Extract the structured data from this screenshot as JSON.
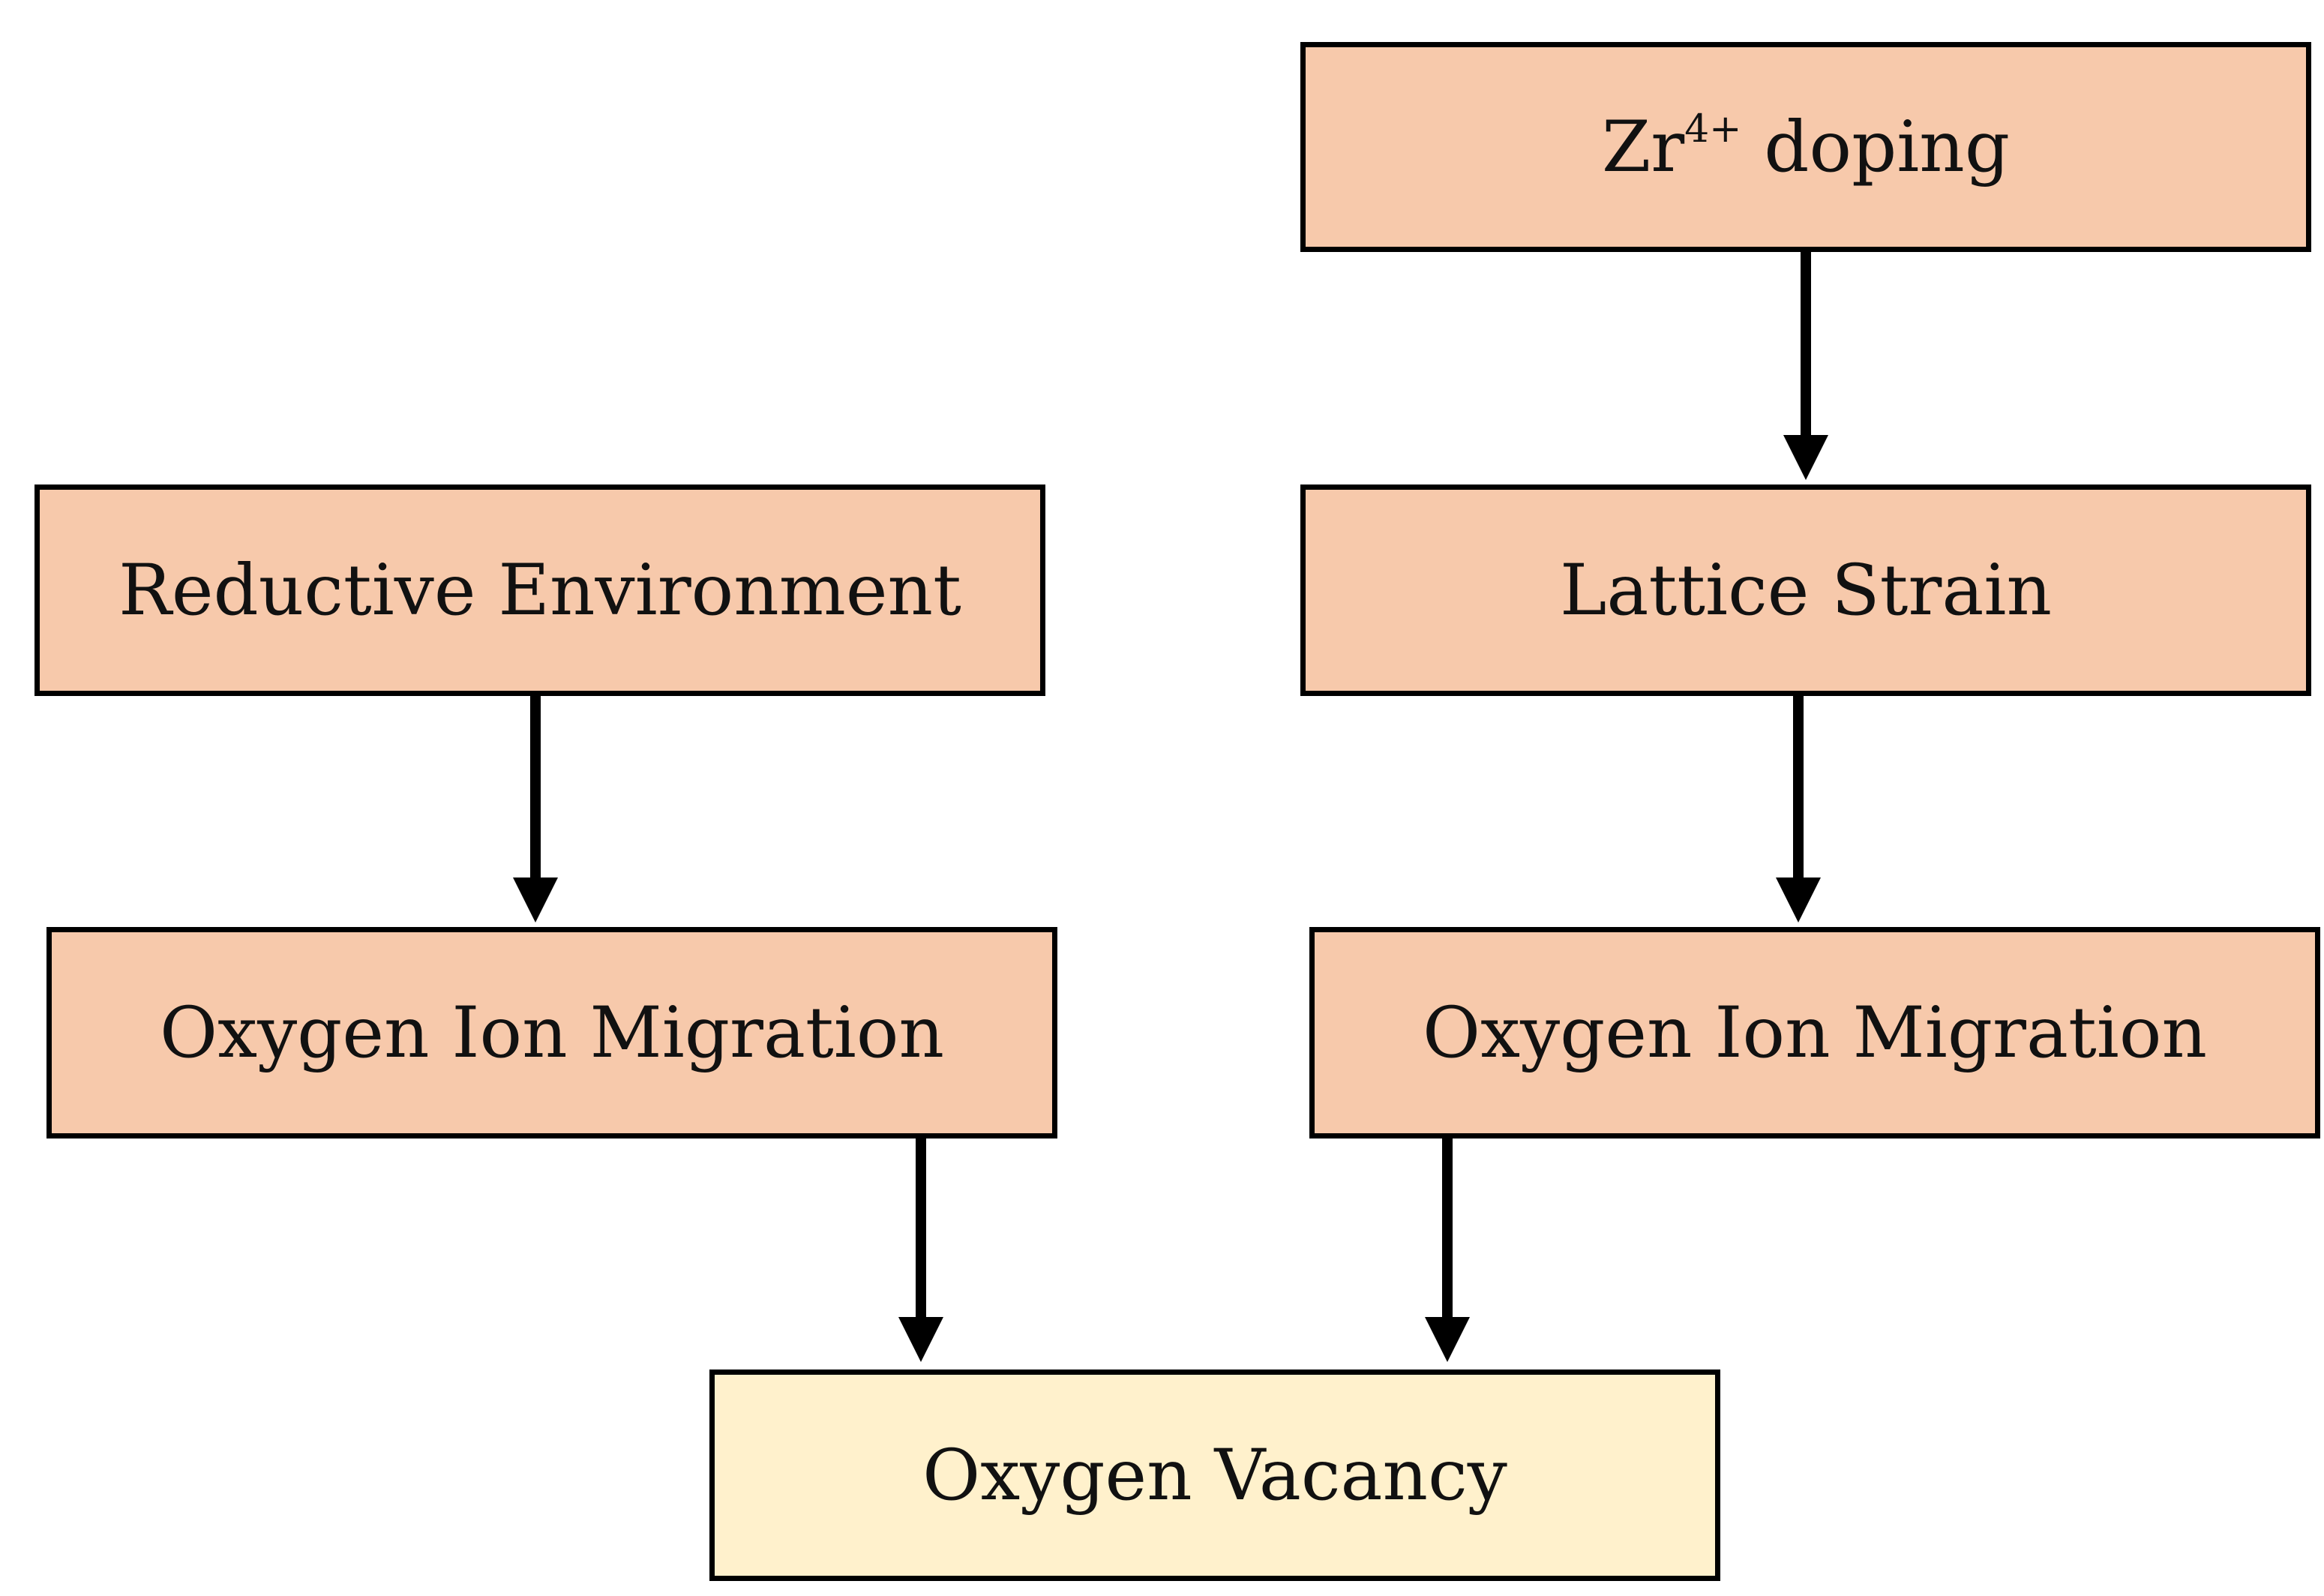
{
  "colors": {
    "node_fill": "#f7c9ab",
    "result_fill": "#fff1cc",
    "border": "#000000",
    "arrow": "#000000"
  },
  "nodes": {
    "zr_doping": {
      "label": "Zr",
      "superscript": "4+",
      "label_suffix": " doping"
    },
    "reductive_environment": {
      "label": "Reductive Environment"
    },
    "lattice_strain": {
      "label": "Lattice Strain"
    },
    "oxygen_ion_migration_left": {
      "label": "Oxygen Ion Migration"
    },
    "oxygen_ion_migration_right": {
      "label": "Oxygen Ion Migration"
    },
    "oxygen_vacancy": {
      "label": "Oxygen Vacancy"
    }
  },
  "edges": [
    {
      "from": "zr_doping",
      "to": "lattice_strain"
    },
    {
      "from": "reductive_environment",
      "to": "oxygen_ion_migration_left"
    },
    {
      "from": "lattice_strain",
      "to": "oxygen_ion_migration_right"
    },
    {
      "from": "oxygen_ion_migration_left",
      "to": "oxygen_vacancy"
    },
    {
      "from": "oxygen_ion_migration_right",
      "to": "oxygen_vacancy"
    }
  ]
}
